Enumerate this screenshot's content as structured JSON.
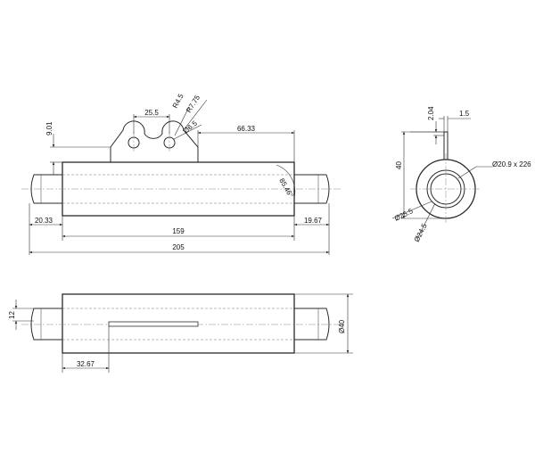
{
  "dimensions": {
    "width_25_5": "25.5",
    "radius_4_5": "R4.5",
    "radius_7_75": "R7.75",
    "hole_6_5": "Ø6.5",
    "height_9_01": "9.01",
    "length_66_33": "66.33",
    "angle_85_46": "85.46°",
    "stub_left_20_33": "20.33",
    "stub_right_19_67": "19.67",
    "body_159": "159",
    "overall_205": "205",
    "offset_12": "12",
    "slot_pos_32_67": "32.67",
    "dia_40": "Ø40",
    "tab_thk_2_04": "2.04",
    "tab_w_1_5": "1.5",
    "height_40": "40",
    "tube_20_9x226": "Ø20.9 x 226",
    "dia_25_5": "Ø25.5",
    "dia_24_5": "Ø24.5"
  }
}
